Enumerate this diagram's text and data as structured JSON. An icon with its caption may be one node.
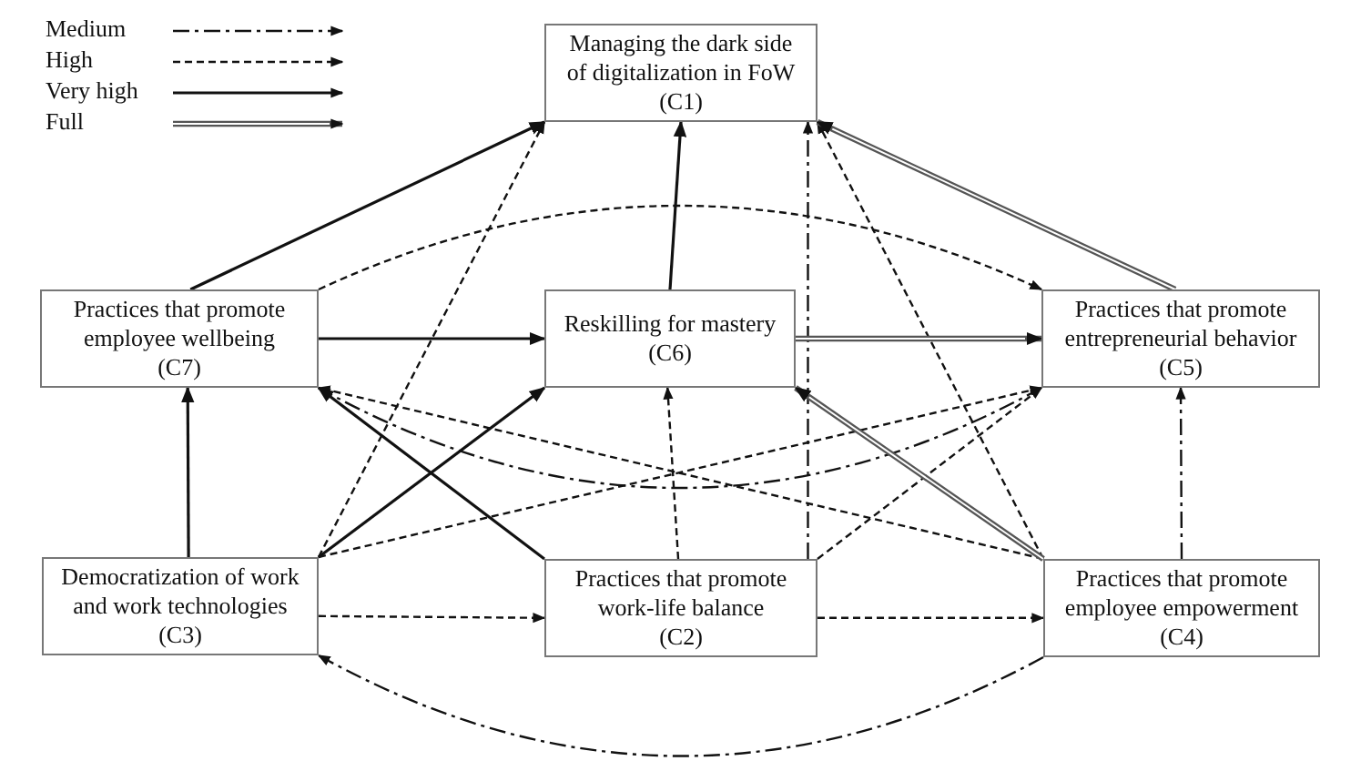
{
  "diagram": {
    "nodes": [
      {
        "text": [
          "Managing the dark side of digitalization in FoW",
          "(C1)"
        ]
      },
      {
        "text": [
          "Practices that promote employee wellbeing",
          "(C7)"
        ]
      },
      {
        "text": [
          "Reskilling for mastery",
          "(C6)"
        ]
      },
      {
        "text": [
          "Practices that promote entrepreneurial behavior",
          "(C5)"
        ]
      },
      {
        "text": [
          "Democratization of work and work technologies",
          "(C3)"
        ]
      },
      {
        "text": [
          "Practices that promote work-life balance",
          "(C2)"
        ]
      },
      {
        "text": [
          "Practices that promote employee empowerment",
          "(C4)"
        ]
      }
    ],
    "edges": [
      {
        "from": 1,
        "to": 0,
        "arrow": "to"
      },
      {
        "from": 4,
        "to": 0,
        "arrow": "to",
        "style": "dashed"
      },
      {
        "from": 2,
        "to": 0,
        "arrow": "to"
      },
      {
        "from": 5,
        "to": 0,
        "arrow": "to",
        "style": "dashed"
      },
      {
        "from": 6,
        "to": 0,
        "arrow": "to",
        "style": "dashed"
      },
      {
        "from": 3,
        "to": 0,
        "arrow": "to",
        "style": "thick"
      },
      {
        "from": 1,
        "to": 3,
        "arrow": "to",
        "style": "dashed"
      },
      {
        "from": 1,
        "to": 2,
        "arrow": "to"
      },
      {
        "from": 2,
        "to": 3,
        "arrow": "to",
        "style": "thick"
      },
      {
        "from": 4,
        "to": 1,
        "arrow": "to"
      },
      {
        "from": 4,
        "to": 2,
        "arrow": "to"
      },
      {
        "from": 4,
        "to": 3,
        "arrow": "to",
        "style": "dashed"
      },
      {
        "from": 6,
        "to": 1,
        "arrow": "to",
        "style": "dashed"
      },
      {
        "from": 3,
        "to": 1,
        "arrow": "to",
        "style": "dashed"
      },
      {
        "from": 5,
        "to": 1,
        "arrow": "to"
      },
      {
        "from": 5,
        "to": 2,
        "arrow": "to",
        "style": "dashed"
      },
      {
        "from": 5,
        "to": 3,
        "arrow": "to",
        "style": "dashed"
      },
      {
        "from": 6,
        "to": 2,
        "arrow": "to",
        "style": "thick"
      },
      {
        "from": 4,
        "to": 5,
        "arrow": "to",
        "style": "dashed"
      },
      {
        "from": 5,
        "to": 6,
        "arrow": "to",
        "style": "dashed"
      },
      {
        "from": 6,
        "to": 3,
        "arrow": "to",
        "style": "dashed"
      },
      {
        "from": 6,
        "to": 4,
        "arrow": "to",
        "style": "dashed"
      }
    ],
    "legend": [
      {
        "text": "Medium"
      },
      {
        "text": "High"
      },
      {
        "text": "Very high"
      },
      {
        "text": "Full"
      }
    ]
  }
}
